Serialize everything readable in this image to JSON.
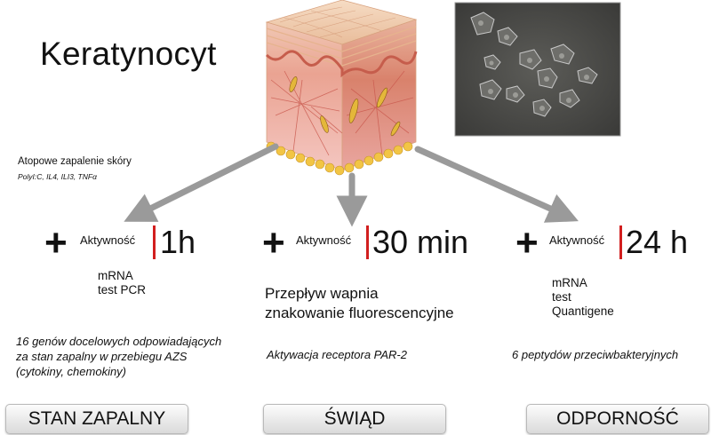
{
  "title": "Keratynocyt",
  "condition": {
    "name": "Atopowe zapalenie skóry",
    "stimuli": "PolyI:C, IL4, ILI3, TNFα"
  },
  "columns": [
    {
      "plus": "+",
      "activity_label": "Aktywność",
      "time": "1h",
      "methods": [
        "mRNA",
        "test PCR"
      ],
      "note_lines": [
        "16 genów docelowych odpowiadających",
        "za stan zapalny w przebiegu AZS",
        "(cytokiny, chemokiny)"
      ],
      "button": "STAN ZAPALNY"
    },
    {
      "plus": "+",
      "activity_label": "Aktywność",
      "time": "30 min",
      "methods": [
        "Przepływ wapnia",
        "znakowanie fluorescencyjne"
      ],
      "note_lines": [
        "Aktywacja receptora PAR-2"
      ],
      "button": "ŚWIĄD"
    },
    {
      "plus": "+",
      "activity_label": "Aktywność",
      "time": "24 h",
      "methods": [
        "mRNA",
        "test",
        "Quantigene"
      ],
      "note_lines": [
        "6 peptydów przeciwbakteryjnych"
      ],
      "button": "ODPORNOŚĆ"
    }
  ],
  "colors": {
    "accent_bar": "#d21f1f",
    "arrow": "#9a9a9a",
    "micrograph_bg": "#4a4a48"
  },
  "icons": [
    "skin-cross-section-illustration",
    "keratinocyte-micrograph"
  ]
}
